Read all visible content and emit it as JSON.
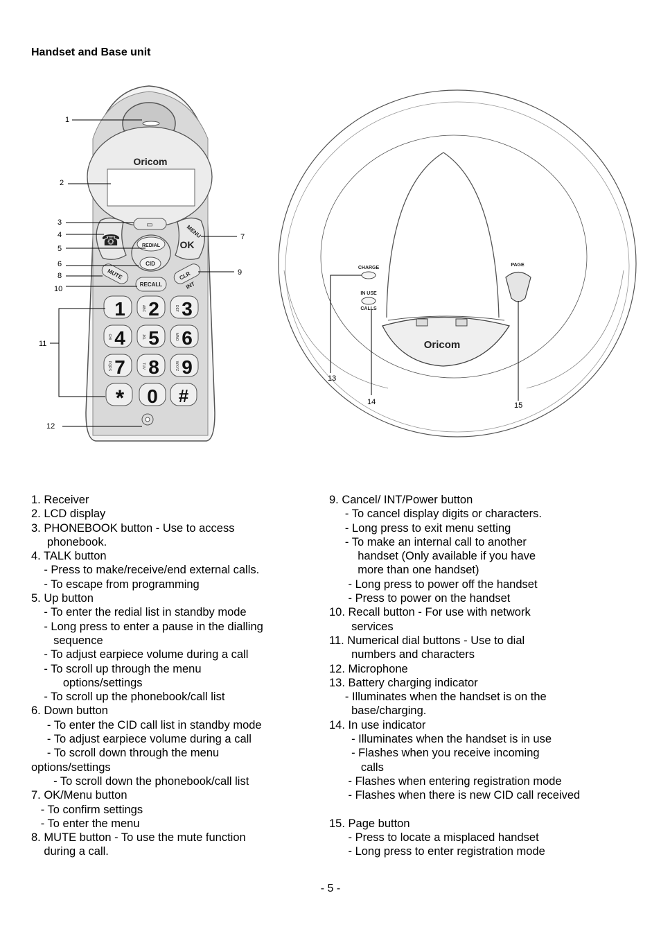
{
  "heading": "Handset and Base unit",
  "figure": {
    "callouts": [
      "1",
      "2",
      "3",
      "4",
      "5",
      "6",
      "7",
      "8",
      "9",
      "10",
      "11",
      "12",
      "13",
      "14",
      "15"
    ],
    "handset": {
      "brand": "Oricom",
      "keys": {
        "redial": "REDIAL",
        "cid": "CID",
        "menu": "MENU",
        "ok": "OK",
        "mute": "MUTE",
        "recall": "RECALL",
        "clr": "CLR",
        "int": "INT"
      },
      "digits": [
        "1",
        "2",
        "3",
        "4",
        "5",
        "6",
        "7",
        "8",
        "9",
        "*",
        "0",
        "#"
      ],
      "letters": [
        "",
        "ABC",
        "DEF",
        "GHI",
        "JKL",
        "MNO",
        "PQRS",
        "TUV",
        "WXYZ"
      ]
    },
    "base": {
      "brand": "Oricom",
      "charge": "CHARGE",
      "in_use_line1": "IN USE",
      "in_use_line2": "CALLS",
      "page": "PAGE"
    }
  },
  "left_lines": [
    "1. Receiver",
    "2. LCD display",
    "3. PHONEBOOK button - Use to access",
    "     phonebook.",
    "4. TALK button",
    "    - Press to make/receive/end external calls.",
    "    - To escape from programming",
    "5. Up button",
    "    - To enter the redial list in standby mode",
    "    - Long press to enter a pause in the dialling",
    "       sequence",
    "    - To adjust earpiece volume during a call",
    "    - To scroll up through the menu",
    "          options/settings",
    "    - To scroll up the phonebook/call list",
    "6. Down button",
    "     - To enter the CID call list in standby mode",
    "     - To adjust earpiece volume during a call",
    "     - To scroll down through the menu",
    "options/settings",
    "       - To scroll down the phonebook/call list",
    "7. OK/Menu button",
    "   - To confirm settings",
    "   - To enter the menu",
    "8. MUTE button - To use the mute function",
    "    during a call."
  ],
  "right_lines": [
    "9. Cancel/ INT/Power button",
    "     - To cancel display digits or characters.",
    "     - Long press to exit menu setting",
    "     - To make an internal call to another",
    "         handset (Only available if you have",
    "         more than one handset)",
    "      - Long press to power off the handset",
    "      - Press to power on the handset",
    "10. Recall button - For use with network",
    "       services",
    "11. Numerical dial buttons - Use to dial",
    "       numbers and characters",
    "12. Microphone",
    "13. Battery charging indicator",
    "     - Illuminates when the handset is on the",
    "       base/charging.",
    "14. In use indicator",
    "       - Illuminates when the handset is in use",
    "       - Flashes when you receive incoming",
    "          calls",
    "      - Flashes when entering registration mode",
    "      - Flashes when there is new CID call received",
    "",
    "15. Page button",
    "      - Press to locate a misplaced handset",
    "      - Long press to enter registration mode"
  ],
  "footer": "- 5 -"
}
